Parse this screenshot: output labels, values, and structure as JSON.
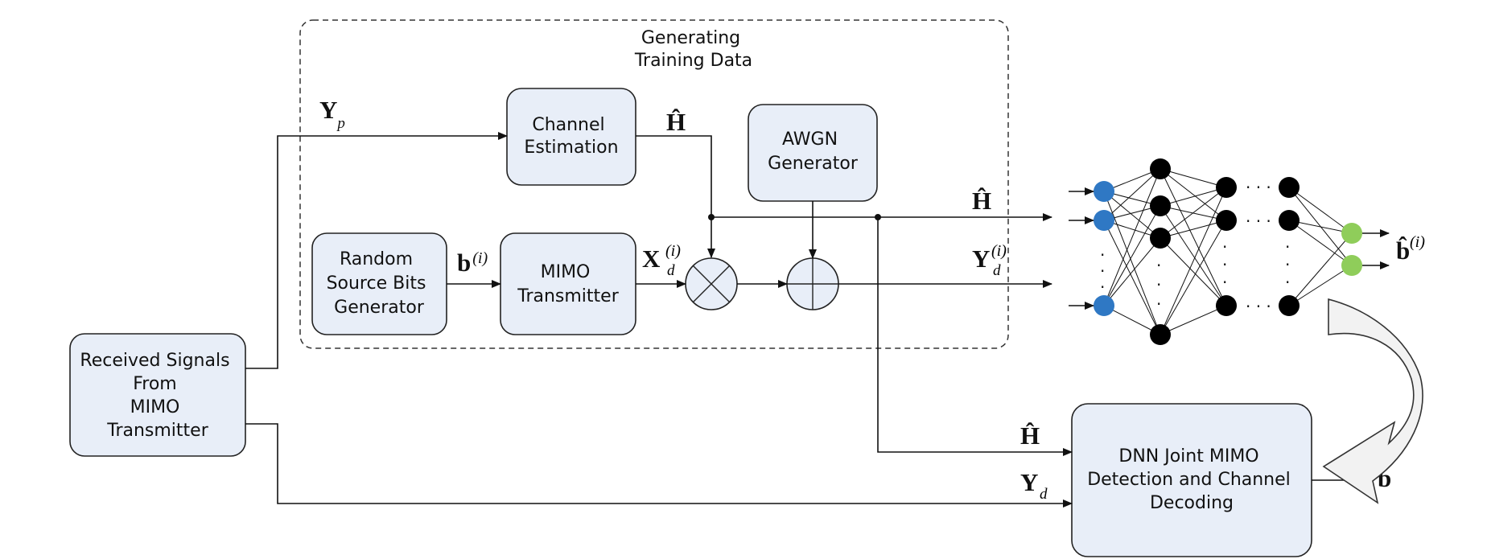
{
  "diagram": {
    "section_title": [
      "Generating",
      "Training Data"
    ],
    "blocks": {
      "channel_estimation": [
        "Channel",
        "Estimation"
      ],
      "awgn_generator": [
        "AWGN",
        "Generator"
      ],
      "random_source_bits": [
        "Random",
        "Source Bits",
        "Generator"
      ],
      "mimo_transmitter": [
        "MIMO",
        "Transmitter"
      ],
      "received_signals": [
        "Received Signals",
        "From",
        "MIMO",
        "Transmitter"
      ],
      "dnn_joint": [
        "DNN Joint MIMO",
        "Detection and Channel",
        "Decoding"
      ]
    },
    "signals": {
      "y_p": {
        "main": "Y",
        "sub": "p"
      },
      "h_hat_top": {
        "main": "Ĥ"
      },
      "h_hat_mid": {
        "main": "Ĥ"
      },
      "h_hat_bottom": {
        "main": "Ĥ"
      },
      "b_i": {
        "main": "b",
        "sup": "(i)"
      },
      "x_d_i": {
        "main": "X",
        "sub": "d",
        "sup": "(i)"
      },
      "y_d_i": {
        "main": "Y",
        "sub": "d",
        "sup": "(i)"
      },
      "y_d": {
        "main": "Y",
        "sub": "d"
      },
      "b_hat_i": {
        "main": "b̂",
        "sup": "(i)"
      },
      "b_hat": {
        "main": "b̂"
      }
    },
    "operators": {
      "multiply": "multiply-circle-icon",
      "add": "add-circle-icon"
    },
    "neural_network": {
      "input_node_color": "#2f78c4",
      "hidden_node_color": "#000000",
      "output_node_color": "#8fcd5a",
      "dots": "· · ·"
    },
    "colors": {
      "block_fill": "#e8eef8",
      "line": "#111111",
      "curved_arrow_fill": "#f2f2f2"
    }
  }
}
